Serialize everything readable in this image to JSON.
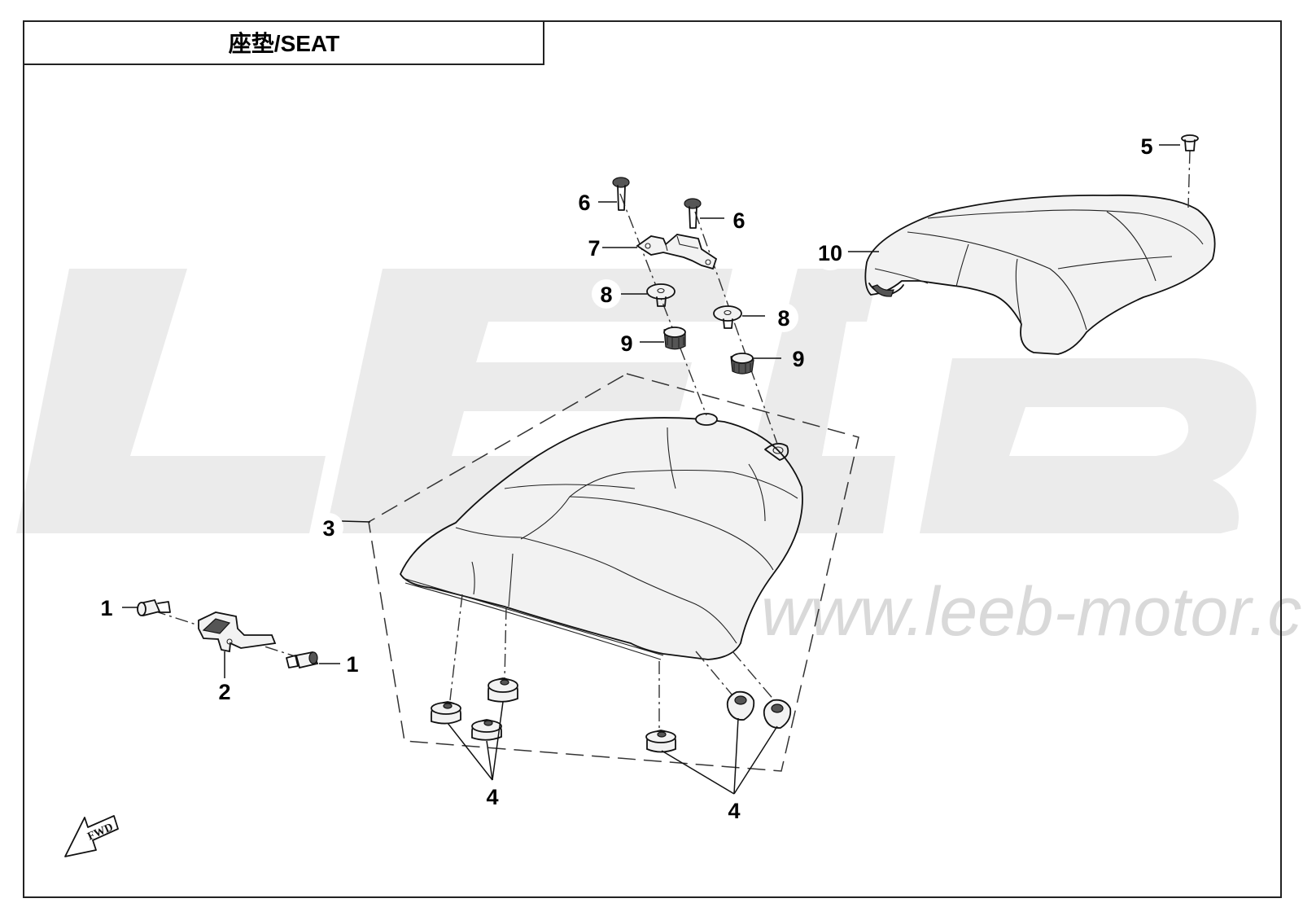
{
  "title": "座垫/SEAT",
  "watermark": {
    "logo": "LEEB",
    "url": "www.leeb-motor.com"
  },
  "fwd_label": "FWD",
  "callouts": [
    {
      "id": "c1a",
      "label": "1"
    },
    {
      "id": "c1b",
      "label": "1"
    },
    {
      "id": "c2",
      "label": "2"
    },
    {
      "id": "c3",
      "label": "3"
    },
    {
      "id": "c4a",
      "label": "4"
    },
    {
      "id": "c4b",
      "label": "4"
    },
    {
      "id": "c5",
      "label": "5"
    },
    {
      "id": "c6a",
      "label": "6"
    },
    {
      "id": "c6b",
      "label": "6"
    },
    {
      "id": "c7",
      "label": "7"
    },
    {
      "id": "c8a",
      "label": "8"
    },
    {
      "id": "c8b",
      "label": "8"
    },
    {
      "id": "c9a",
      "label": "9"
    },
    {
      "id": "c9b",
      "label": "9"
    },
    {
      "id": "c10",
      "label": "10"
    }
  ],
  "colors": {
    "line": "#111111",
    "watermark": "#ebebeb",
    "background": "#ffffff"
  }
}
